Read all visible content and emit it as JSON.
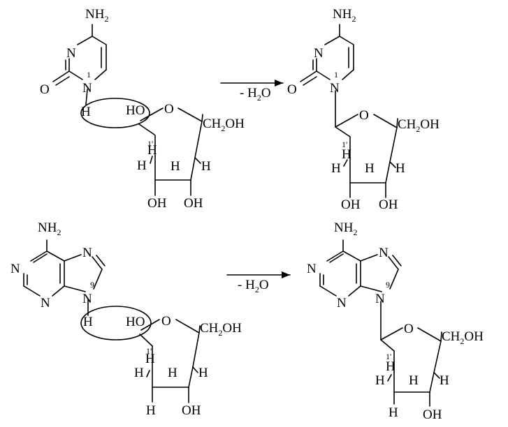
{
  "labels": {
    "N": "N",
    "O": "O",
    "H": "H",
    "OH": "OH",
    "HO": "HO",
    "NH": "NH",
    "CH": "CH",
    "two": "2",
    "one": "1",
    "nine": "9",
    "one_prime": "1'",
    "minus_h": "- H",
    "water_o": "O"
  }
}
